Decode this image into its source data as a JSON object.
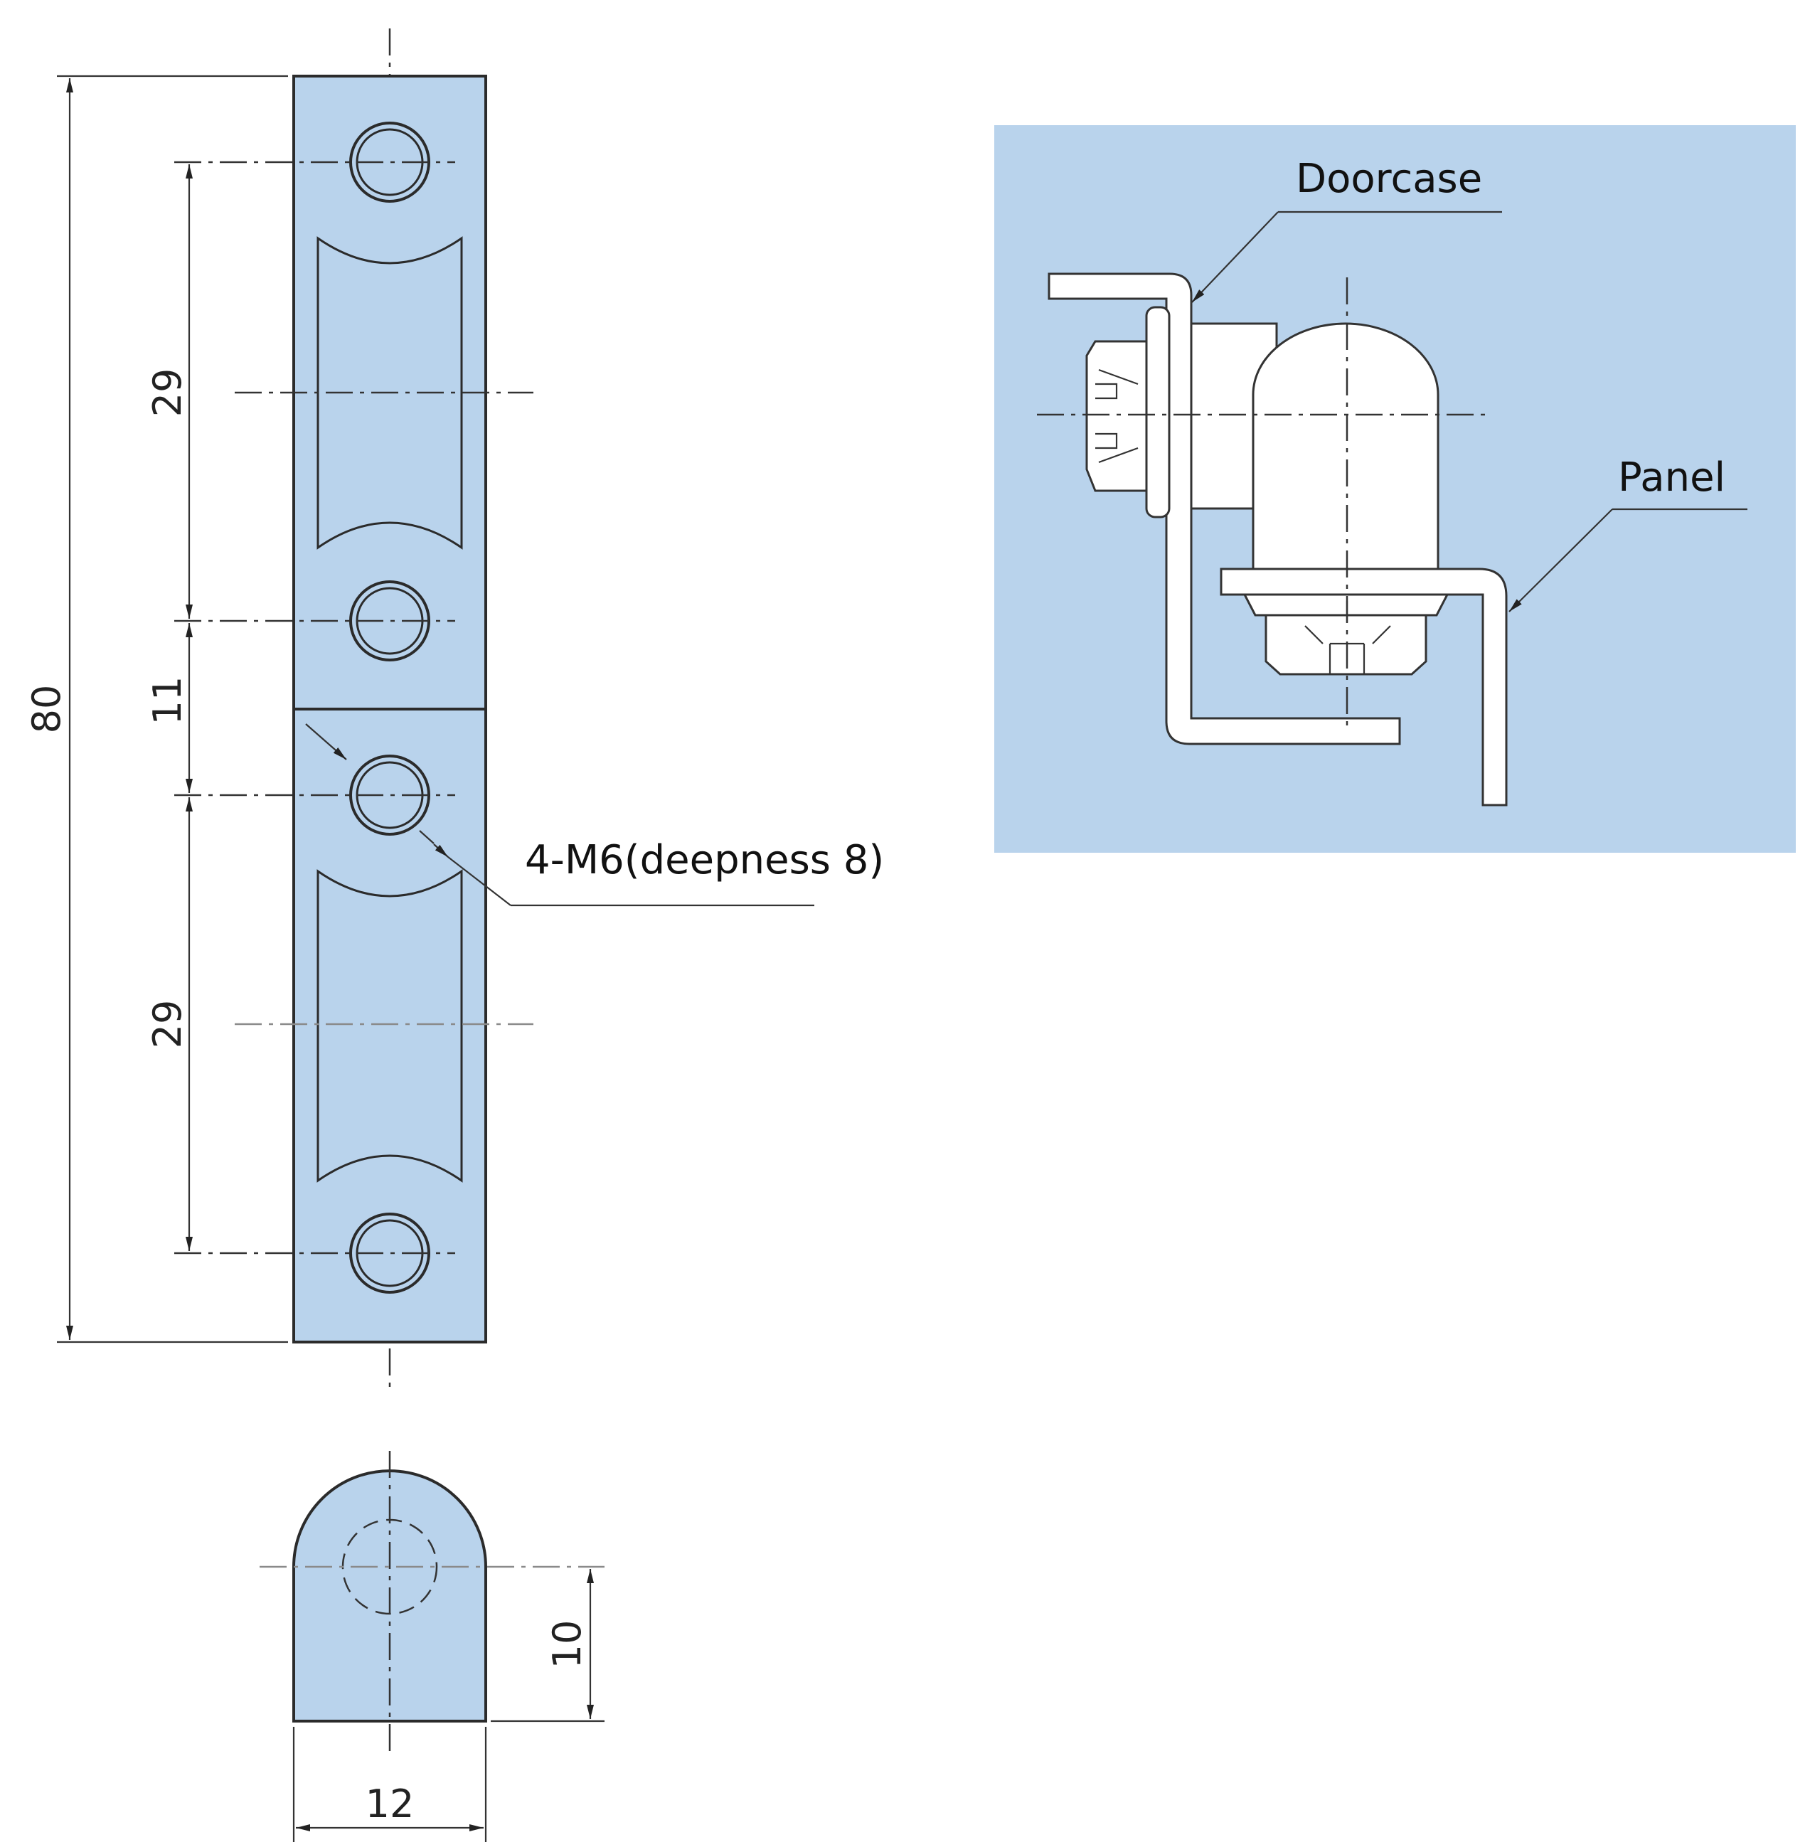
{
  "dimensions": {
    "overall_length": "80",
    "upper_spacing": "29",
    "middle_gap": "11",
    "lower_spacing": "29",
    "end_width": "12",
    "hole_height": "10"
  },
  "callouts": {
    "hole_spec": "4-M6(deepness 8)",
    "doorcase": "Doorcase",
    "panel": "Panel"
  },
  "colors": {
    "part_fill": "#b9d3ec",
    "detail_background": "#b9d3ec",
    "line": "#2b2b2b"
  }
}
